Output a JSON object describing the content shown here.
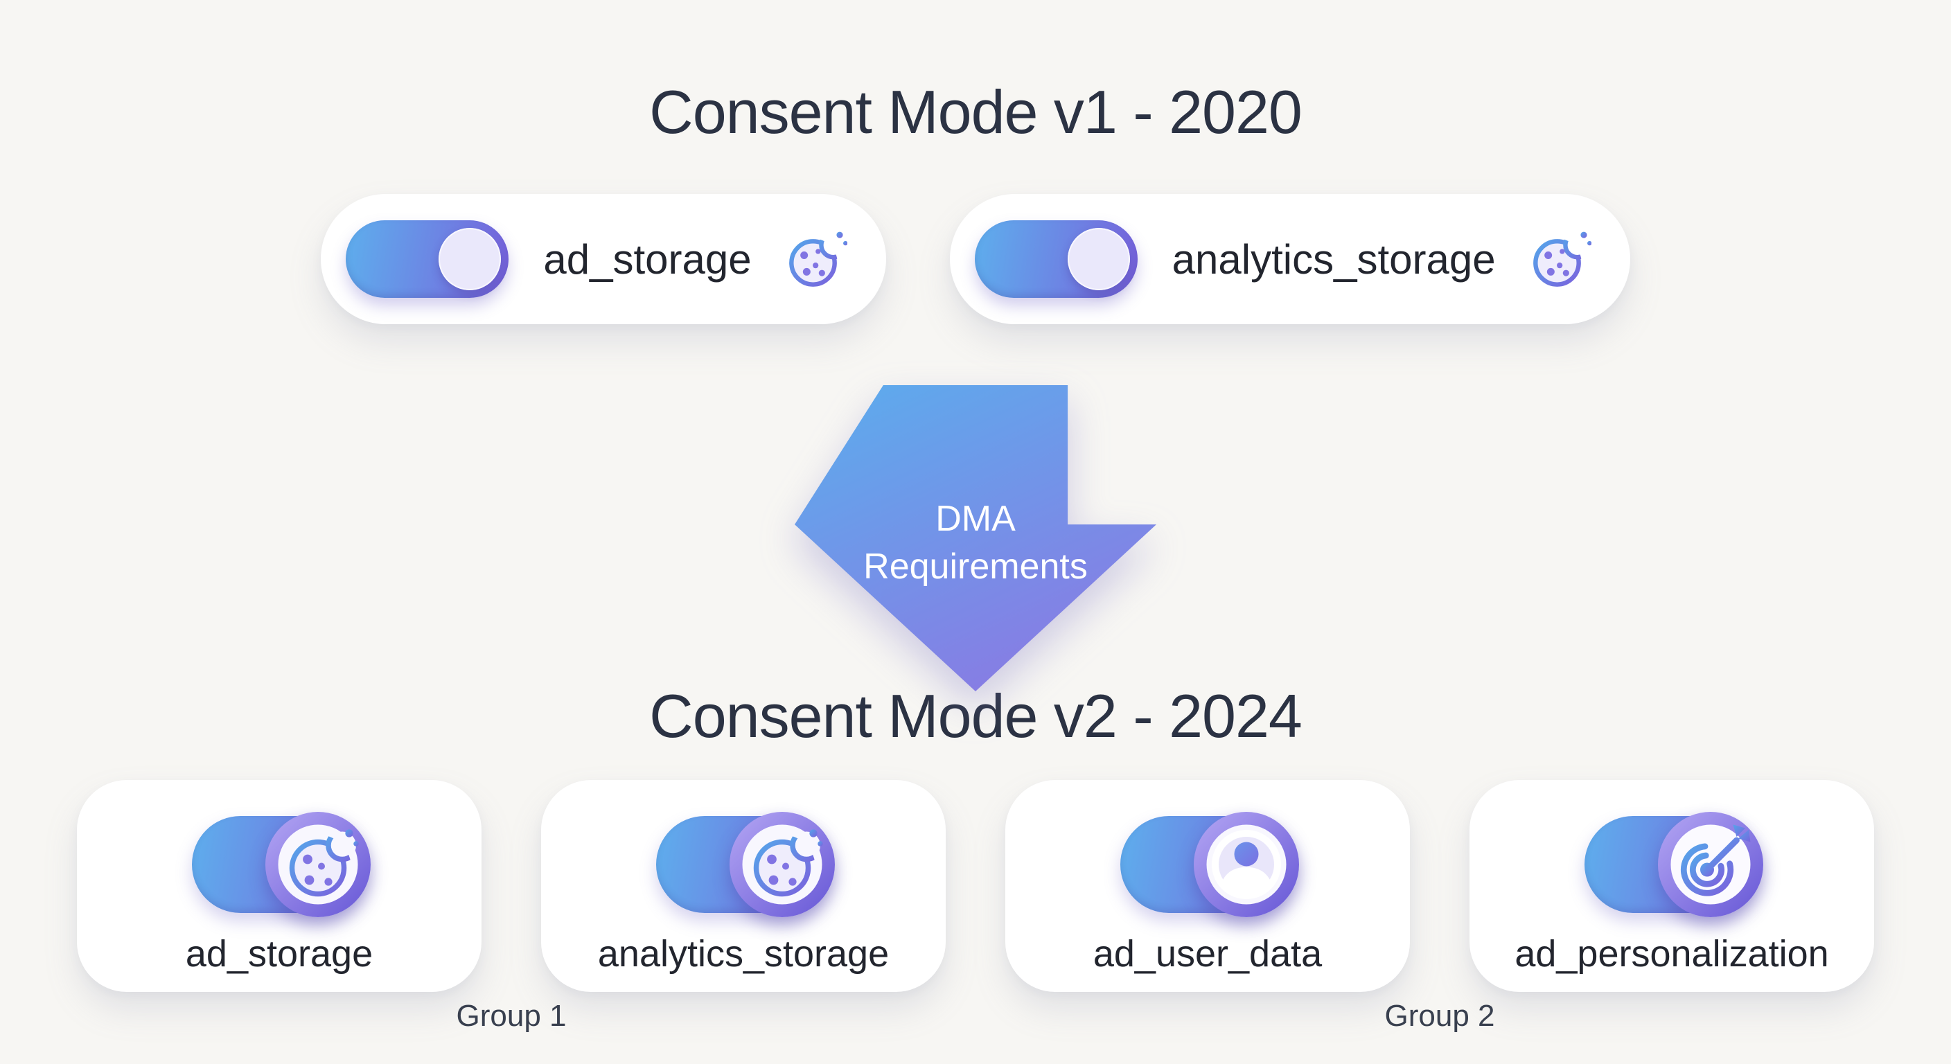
{
  "page": {
    "background_color": "#f7f6f3",
    "card_color": "#ffffff",
    "toggle_gradient": [
      "#5fabec",
      "#7766dd"
    ],
    "arrow_gradient": [
      "#5fa9ec",
      "#8b78e3"
    ],
    "title_color": "#2b3243"
  },
  "v1": {
    "title": "Consent Mode v1 - 2020",
    "cards": [
      {
        "label": "ad_storage",
        "icon": "cookie-icon",
        "toggle_state": "on"
      },
      {
        "label": "analytics_storage",
        "icon": "cookie-icon",
        "toggle_state": "on"
      }
    ]
  },
  "arrow": {
    "label": "DMA Requirements",
    "line1": "DMA",
    "line2": "Requirements"
  },
  "v2": {
    "title": "Consent Mode v2 - 2024",
    "cards": [
      {
        "label": "ad_storage",
        "icon": "cookie-icon",
        "toggle_state": "on",
        "group": "Group 1"
      },
      {
        "label": "analytics_storage",
        "icon": "cookie-icon",
        "toggle_state": "on",
        "group": "Group 1"
      },
      {
        "label": "ad_user_data",
        "icon": "user-icon",
        "toggle_state": "on",
        "group": "Group 2"
      },
      {
        "label": "ad_personalization",
        "icon": "target-icon",
        "toggle_state": "on",
        "group": "Group 2"
      }
    ],
    "groups": [
      {
        "label": "Group 1"
      },
      {
        "label": "Group 2"
      }
    ]
  }
}
